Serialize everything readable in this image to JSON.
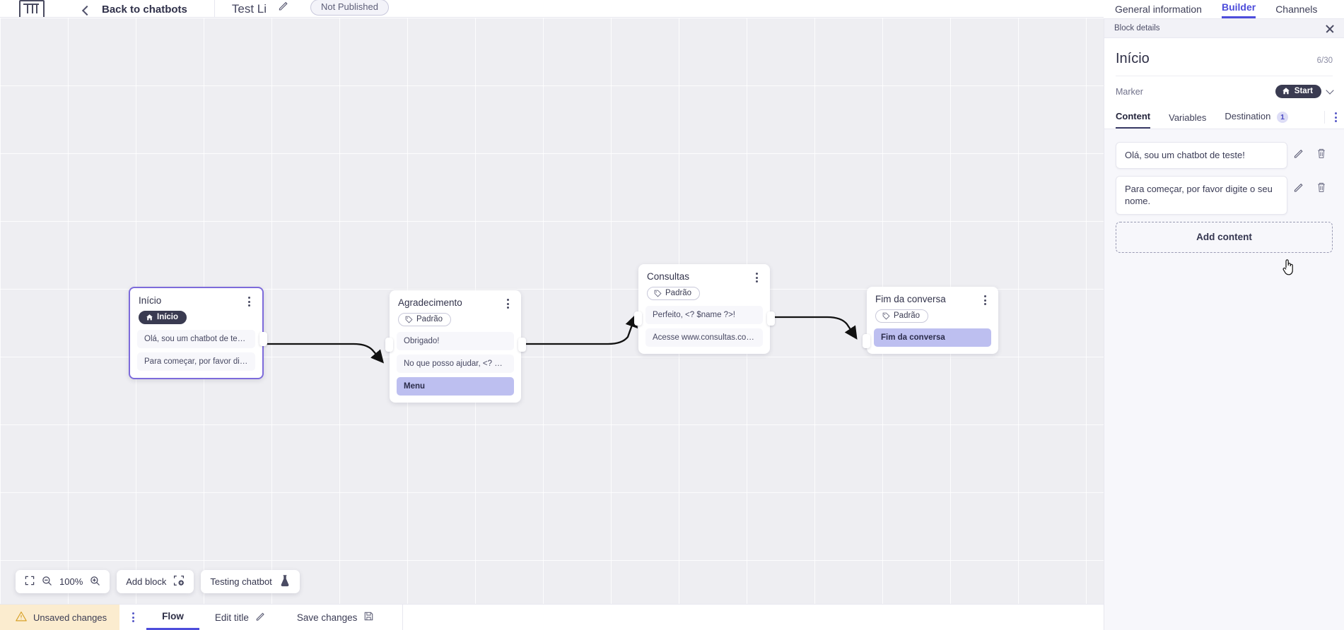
{
  "topbar": {
    "logo_icon": "app-logo-icon",
    "back_chevron_icon": "chevron-left-icon",
    "back_label": "Back to chatbots",
    "bot_title": "Test Li",
    "edit_title_icon": "pencil-icon",
    "publish_status": "Not Published"
  },
  "header_tabs": [
    {
      "label": "General information",
      "active": false
    },
    {
      "label": "Builder",
      "active": true
    },
    {
      "label": "Channels",
      "active": false
    }
  ],
  "panel": {
    "header_label": "Block details",
    "close_icon": "close-icon",
    "title": "Início",
    "counter": "6/30",
    "marker_label": "Marker",
    "marker_value": "Start",
    "marker_home_icon": "home-icon",
    "marker_chevron_icon": "chevron-down-icon",
    "kebab_icon": "more-vertical-icon",
    "tabs": [
      {
        "label": "Content",
        "active": true,
        "badge": ""
      },
      {
        "label": "Variables",
        "active": false,
        "badge": ""
      },
      {
        "label": "Destination",
        "active": false,
        "badge": "1"
      }
    ],
    "content_items": [
      {
        "text": "Olá, sou um chatbot de teste!",
        "edit_icon": "pencil-icon",
        "delete_icon": "trash-icon"
      },
      {
        "text": "Para começar, por favor digite o seu nome.",
        "edit_icon": "pencil-icon",
        "delete_icon": "trash-icon"
      }
    ],
    "add_content_label": "Add content",
    "cursor_icon": "pointer-hand-cursor"
  },
  "canvas": {
    "nodes": [
      {
        "title": "Início",
        "tag": "Início",
        "tag_style": "start",
        "tag_icon": "home-icon",
        "kebab_icon": "more-vertical-icon",
        "selected": true,
        "messages": [
          {
            "text": "Olá, sou um chatbot de teste!",
            "highlight": false
          },
          {
            "text": "Para começar, por favor digite o ...",
            "highlight": false
          }
        ]
      },
      {
        "title": "Agradecimento",
        "tag": "Padrão",
        "tag_style": "default",
        "tag_icon": "tag-icon",
        "kebab_icon": "more-vertical-icon",
        "selected": false,
        "messages": [
          {
            "text": "Obrigado!",
            "highlight": false
          },
          {
            "text": "No que posso ajudar, <? $name ...",
            "highlight": false
          },
          {
            "text": "Menu",
            "highlight": true
          }
        ]
      },
      {
        "title": "Consultas",
        "tag": "Padrão",
        "tag_style": "default",
        "tag_icon": "tag-icon",
        "kebab_icon": "more-vertical-icon",
        "selected": false,
        "messages": [
          {
            "text": "Perfeito, <? $name ?>!",
            "highlight": false
          },
          {
            "text": "Acesse www.consultas.com par...",
            "highlight": false
          }
        ]
      },
      {
        "title": "Fim da conversa",
        "tag": "Padrão",
        "tag_style": "default",
        "tag_icon": "tag-icon",
        "kebab_icon": "more-vertical-icon",
        "selected": false,
        "messages": [
          {
            "text": "Fim da conversa",
            "highlight": true
          }
        ]
      }
    ],
    "toolbar": {
      "fit_icon": "fit-screen-icon",
      "zoom_out_icon": "zoom-out-icon",
      "zoom_level": "100%",
      "zoom_in_icon": "zoom-in-icon",
      "add_block_label": "Add block",
      "add_block_icon": "add-block-icon",
      "testing_label": "Testing chatbot",
      "testing_icon": "flask-icon"
    }
  },
  "bottombar": {
    "unsaved_label": "Unsaved changes",
    "warning_icon": "warning-triangle-icon",
    "kebab_icon": "more-vertical-icon",
    "flow_label": "Flow",
    "edit_title_label": "Edit title",
    "edit_title_icon": "pencil-icon",
    "save_label": "Save changes",
    "save_icon": "save-disk-icon"
  },
  "colors": {
    "accent": "#4d4ddb",
    "selected_node_border": "#7d6bdb",
    "highlight_msg": "#bdbff0",
    "dark_pill": "#3a3b51",
    "warning_bg": "#fbeccf"
  }
}
